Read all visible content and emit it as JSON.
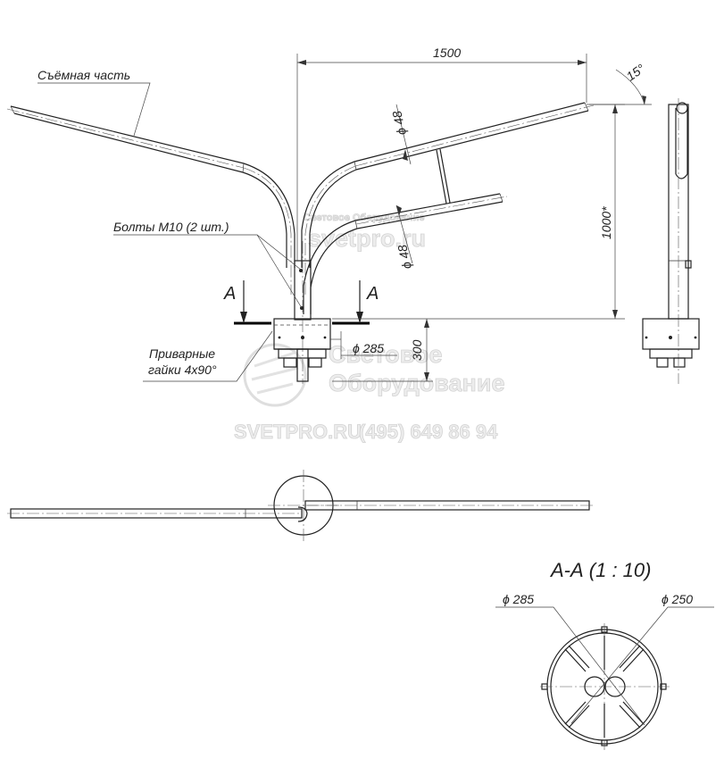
{
  "labels": {
    "removable_part": "Съёмная часть",
    "bolts": "Болты М10 (2 шт.)",
    "nuts_line1": "Приварные",
    "nuts_line2": "гайки 4х90°",
    "section_mark": "A",
    "section_title": "А-А (1 : 10)"
  },
  "dimensions": {
    "span": "1500",
    "angle": "15°",
    "pipe_dia_upper": "ϕ 48",
    "pipe_dia_lower": "ϕ 48",
    "height": "1000*",
    "base_height": "300",
    "flange_dia": "ϕ 285",
    "section_outer_dia": "ϕ 285",
    "section_inner_dia": "ϕ 250"
  },
  "watermark": {
    "company_top": "Световое Оборудование",
    "site_top": "svetpro.ru",
    "company_line1": "Световое",
    "company_line2": "Оборудование",
    "site_bottom": "SVETPRO.RU",
    "phone": "(495) 649 86 94"
  }
}
